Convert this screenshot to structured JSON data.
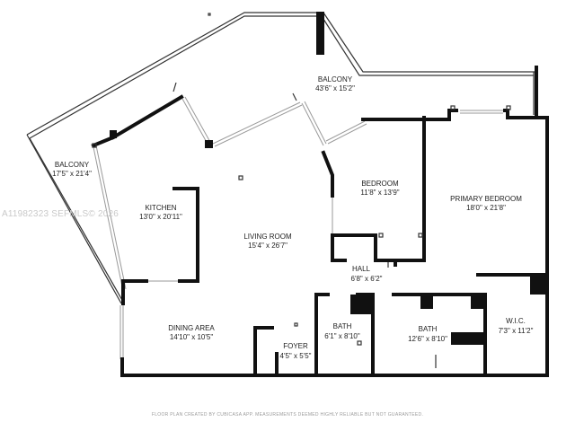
{
  "watermark": "A11982323  SEFMLS© 2026",
  "footer": "FLOOR PLAN CREATED BY CUBICASA APP. MEASUREMENTS DEEMED HIGHLY RELIABLE BUT NOT GUARANTEED.",
  "rooms": [
    {
      "id": "balcony-top",
      "name": "BALCONY",
      "dims": "43'6\" x 15'2\""
    },
    {
      "id": "balcony-left",
      "name": "BALCONY",
      "dims": "17'5\" x 21'4\""
    },
    {
      "id": "kitchen",
      "name": "KITCHEN",
      "dims": "13'0\" x 20'11\""
    },
    {
      "id": "living-room",
      "name": "LIVING ROOM",
      "dims": "15'4\" x 26'7\""
    },
    {
      "id": "bedroom",
      "name": "BEDROOM",
      "dims": "11'8\" x 13'9\""
    },
    {
      "id": "primary-bedroom",
      "name": "PRIMARY BEDROOM",
      "dims": "18'0\" x 21'8\""
    },
    {
      "id": "hall",
      "name": "HALL",
      "dims": "6'8\" x 6'2\""
    },
    {
      "id": "dining-area",
      "name": "DINING AREA",
      "dims": "14'10\" x 10'5\""
    },
    {
      "id": "bath-1",
      "name": "BATH",
      "dims": "6'1\" x 8'10\""
    },
    {
      "id": "bath-2",
      "name": "BATH",
      "dims": "12'6\" x 8'10\""
    },
    {
      "id": "wic",
      "name": "W.I.C.",
      "dims": "7'3\" x 11'2\""
    },
    {
      "id": "foyer",
      "name": "FOYER",
      "dims": "4'5\" x 5'5\""
    }
  ]
}
